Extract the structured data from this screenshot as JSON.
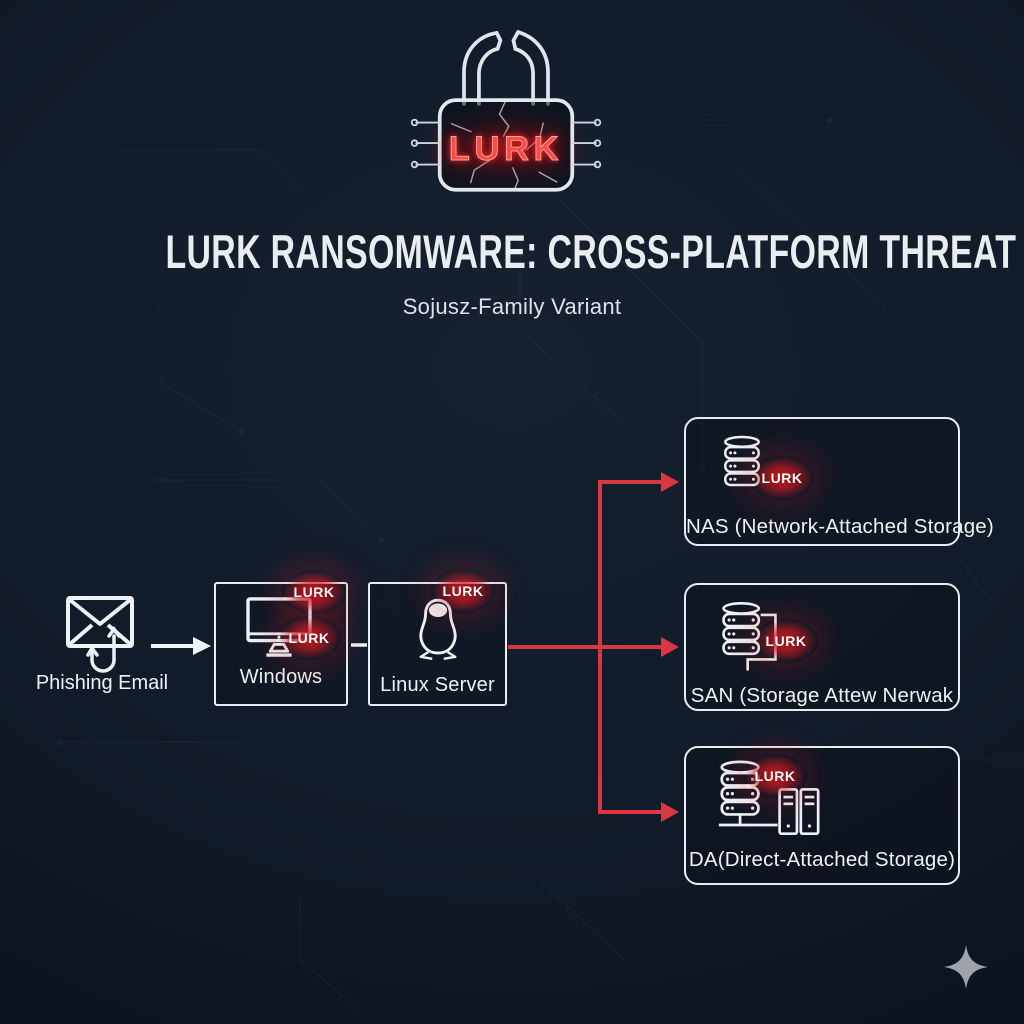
{
  "logo": {
    "text": "LURK",
    "icon": "broken-padlock-icon"
  },
  "header": {
    "title": "LURK RANSOMWARE: CROSS-PLATFORM THREAT",
    "subtitle": "Sojusz-Family Variant"
  },
  "badge_label": "LURK",
  "flow": {
    "source": {
      "label": "Phishing Email",
      "icon": "phishing-email-hook-icon"
    },
    "platforms": [
      {
        "id": "windows",
        "label": "Windows",
        "icon": "monitor-icon"
      },
      {
        "id": "linux",
        "label": "Linux Server",
        "icon": "tux-penguin-icon"
      }
    ],
    "targets": [
      {
        "id": "nas",
        "label": "NAS (Network-Attached Storage)",
        "icon": "storage-stack-icon"
      },
      {
        "id": "san",
        "label": "SAN (Storage Attew Nerwak",
        "icon": "storage-stack-bracket-icon"
      },
      {
        "id": "das",
        "label": "DA(Direct-Attached Storage)",
        "icon": "storage-stack-towers-icon"
      }
    ]
  },
  "watermark": {
    "icon": "sparkle-icon"
  },
  "colors": {
    "background": "#101826",
    "box_border": "#e8edf1",
    "text": "#eef2f5",
    "arrow_red": "#d93840",
    "badge_red": "#e8242b",
    "neon_red": "#ff4b45"
  }
}
